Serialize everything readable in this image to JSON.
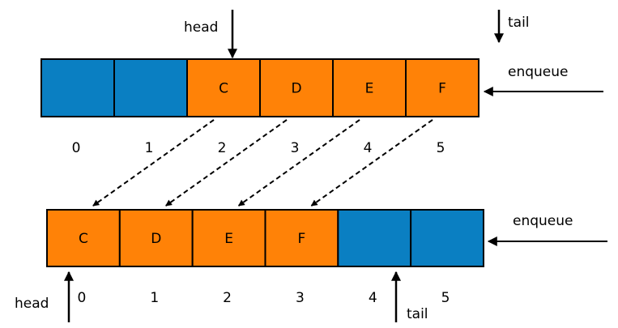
{
  "colors": {
    "empty": "#0a7fc2",
    "filled": "#ff8207",
    "stroke": "#000000"
  },
  "top_queue": {
    "cells": [
      "",
      "",
      "C",
      "D",
      "E",
      "F"
    ],
    "filled": [
      false,
      false,
      true,
      true,
      true,
      true
    ],
    "indices": [
      "0",
      "1",
      "2",
      "3",
      "4",
      "5"
    ],
    "head_label": "head",
    "tail_label": "tail",
    "enqueue_label": "enqueue"
  },
  "bottom_queue": {
    "cells": [
      "C",
      "D",
      "E",
      "F",
      "",
      ""
    ],
    "filled": [
      true,
      true,
      true,
      true,
      false,
      false
    ],
    "indices": [
      "0",
      "1",
      "2",
      "3",
      "4",
      "5"
    ],
    "head_label": "head",
    "tail_label": "tail",
    "enqueue_label": "enqueue"
  },
  "shift_arrows": {
    "from": [
      2,
      3,
      4,
      5
    ],
    "to": [
      0,
      1,
      2,
      3
    ]
  }
}
